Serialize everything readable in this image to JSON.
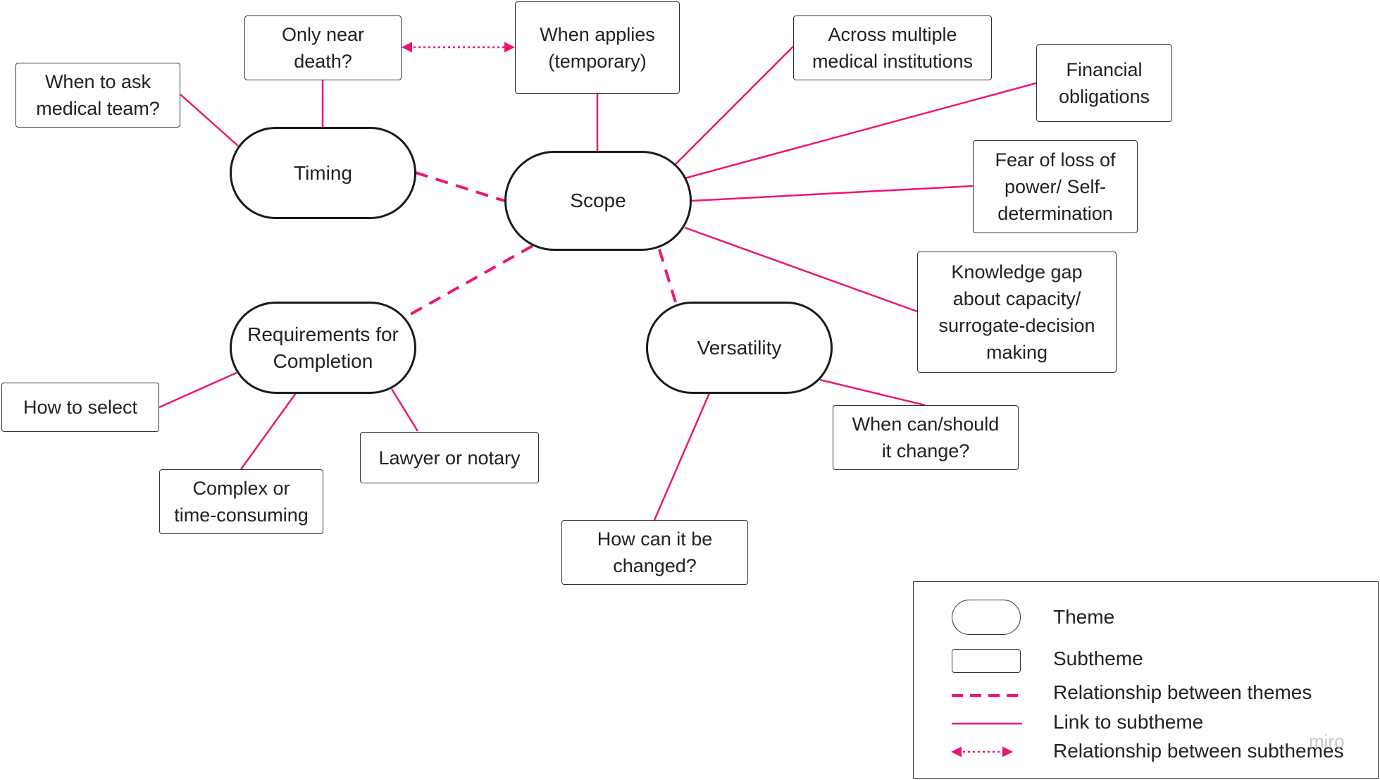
{
  "colors": {
    "accent": "#ee1477",
    "stroke": "#1a1a1a"
  },
  "themes": {
    "scope": "Scope",
    "timing": "Timing",
    "requirements": "Requirements for\nCompletion",
    "versatility": "Versatility"
  },
  "subthemes": {
    "only_near_death": "Only near\ndeath?",
    "when_applies": "When applies\n(temporary)",
    "when_to_ask": "When to ask\nmedical team?",
    "across_institutions": "Across multiple\nmedical institutions",
    "financial": "Financial\nobligations",
    "fear_of_loss": "Fear of loss of\npower/ Self-\ndetermination",
    "knowledge_gap": "Knowledge gap\nabout capacity/\nsurrogate-decision\nmaking",
    "how_to_select": "How to select",
    "lawyer_or_notary": "Lawyer or notary",
    "complex": "Complex or\ntime-consuming",
    "when_change": "When can/should\nit change?",
    "how_changed": "How can it be\nchanged?"
  },
  "legend": {
    "theme": "Theme",
    "subtheme": "Subtheme",
    "rel_themes": "Relationship between themes",
    "link_subtheme": "Link to subtheme",
    "rel_subthemes": "Relationship between subthemes"
  },
  "watermark": "miro"
}
